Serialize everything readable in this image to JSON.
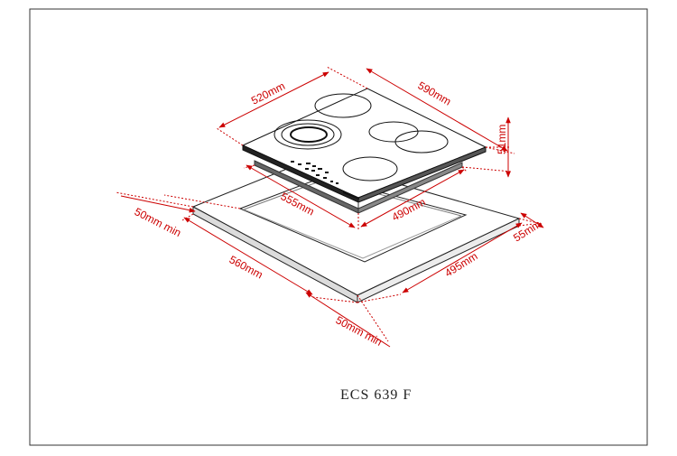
{
  "model": "ECS 639 F",
  "colors": {
    "dimension": "#cc0000",
    "drawing": "#111111"
  },
  "dimensions": {
    "hob_width": "590mm",
    "hob_depth": "520mm",
    "hob_height": "51mm",
    "cutout_width": "555mm",
    "cutout_depth": "490mm",
    "counter_width": "560mm",
    "counter_depth": "495mm",
    "counter_thickness": "55mm",
    "clearance_left": "50mm min",
    "clearance_front": "50mm min"
  }
}
